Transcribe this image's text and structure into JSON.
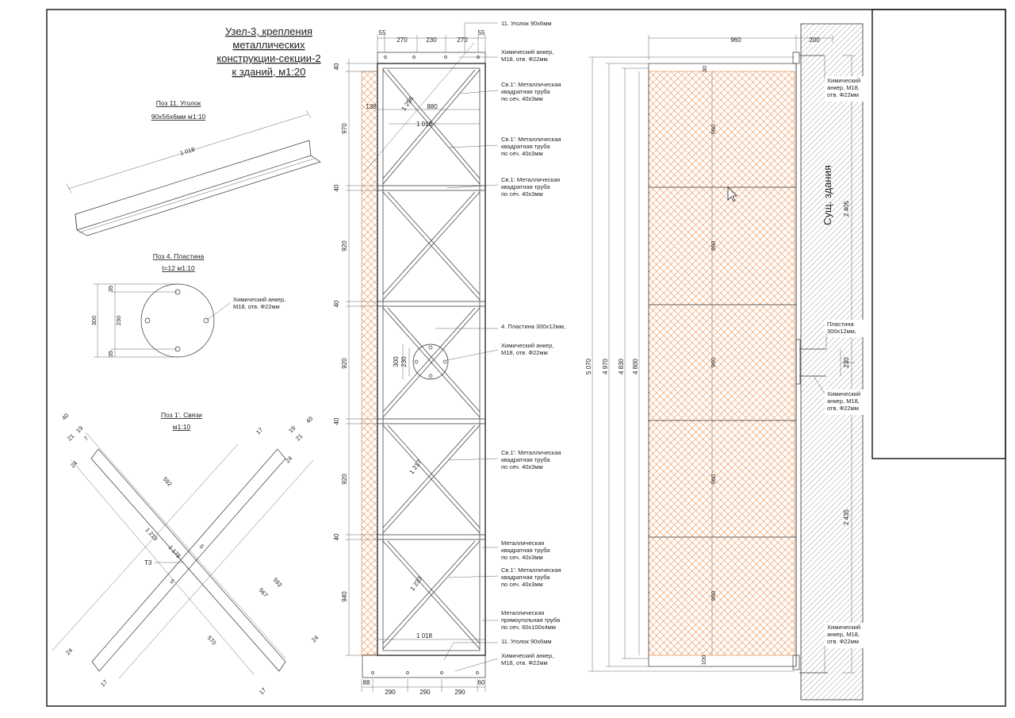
{
  "drawing": {
    "title_lines": [
      "Узел-3, крепления",
      "металлических",
      "конструкции-секции-2",
      "к зданий, м1:20"
    ],
    "angle_caption": [
      "Поз 11. Уголок",
      "90х56х6мм м1:10"
    ],
    "angle_length": "1 018",
    "plate_caption": [
      "Поз 4. Пластина",
      "t=12 м1:10"
    ],
    "plate_dims": {
      "top": "35",
      "mid": "230",
      "bottom": "35",
      "total": "300"
    },
    "plate_note": [
      "Химический анкер,",
      "М18, отв. Ф22мм"
    ],
    "brace_caption": [
      "Поз 1'. Связи",
      "м1:10"
    ],
    "brace_dims": [
      "40",
      "21",
      "19",
      "7",
      "24",
      "17",
      "19",
      "21",
      "40",
      "24",
      "592",
      "1 219",
      "1 178",
      "5",
      "5",
      "592",
      "567",
      "570",
      "24",
      "24",
      "17",
      "17"
    ],
    "brace_tag": "Т3",
    "front_top_dims": [
      "55",
      "270",
      "230",
      "270",
      "55"
    ],
    "front_bottom_dims": [
      "88",
      "290",
      "290",
      "290",
      "60"
    ],
    "front_left_dims": [
      "40",
      "970",
      "40",
      "920",
      "40",
      "920",
      "40",
      "920",
      "40",
      "940"
    ],
    "front_inner": {
      "offset": "138",
      "width": "880",
      "diag1": "1 256",
      "beam": "1 018",
      "diag2": "1 217",
      "diag3": "1 233",
      "bottom_beam": "1 018",
      "plate_outer": "300",
      "plate_inner": "230"
    },
    "front_notes": [
      [
        "11. Уголок 90х6мм"
      ],
      [
        "Химический анкер,",
        "М18, отв. Ф22мм"
      ],
      [
        "Св.1': Металлическая",
        "квадратная труба",
        "по сеч. 40х3мм"
      ],
      [
        "Св.1': Металлическая",
        "квадратная труба",
        "по сеч. 40х3мм"
      ],
      [
        "Св.1: Металлическая",
        "квадратная труба",
        "по сеч. 40х3мм"
      ],
      [
        "4. Пластина 300х12мм,"
      ],
      [
        "Химический анкер,",
        "М18, отв. Ф22мм"
      ],
      [
        "Св.1': Металлическая",
        "квадратная труба",
        "по сеч. 40х3мм"
      ],
      [
        "Металлическая",
        "квадратная труба",
        "по сеч. 40х3мм"
      ],
      [
        "Св.1': Металлическая",
        "квадратная труба",
        "по сеч. 40х3мм"
      ],
      [
        "Металлическая",
        "прямоугольная труба",
        "по сеч. 60х100х4мм"
      ],
      [
        "11. Уголок 90х6мм"
      ],
      [
        "Химический анкер,",
        "М18, отв. Ф22мм"
      ]
    ],
    "side_top_dims": [
      "960",
      "200"
    ],
    "side_left_dims": [
      "5 070",
      "4 970",
      "4 830",
      "4 800"
    ],
    "side_panel_dims": [
      "30",
      "960",
      "960",
      "960",
      "960",
      "960",
      "100"
    ],
    "side_right_dims": [
      "2 405",
      "230",
      "2 435"
    ],
    "wall_label": "Сущ. здания",
    "side_notes": [
      [
        "Химический",
        "анкер, М18,",
        "отв. Ф22мм"
      ],
      [
        "Пластина",
        "300х12мм,"
      ],
      [
        "Химический",
        "анкер, М18,",
        "отв. Ф22мм"
      ],
      [
        "Химический",
        "анкер, М18,",
        "отв. Ф22мм"
      ]
    ]
  },
  "colors": {
    "mesh": "#e8863a",
    "line": "#333333",
    "frame": "#111111"
  }
}
